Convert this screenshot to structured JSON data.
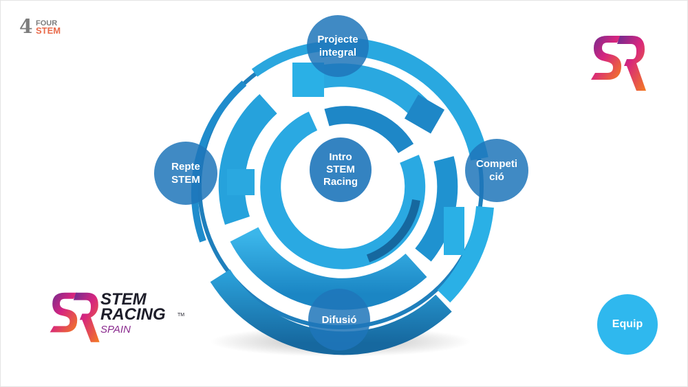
{
  "logos": {
    "four_stem": {
      "digit": "4",
      "top": "FOUR",
      "bottom": "STEM"
    },
    "brand": {
      "line1": "STEM",
      "line2": "RACING",
      "line3": "SPAIN",
      "tm": "TM"
    }
  },
  "diagram": {
    "center": {
      "lines": [
        "Intro",
        "STEM",
        "Racing"
      ]
    },
    "nodes": {
      "projecte": {
        "lines": [
          "Projecte",
          "integral"
        ]
      },
      "repte": {
        "lines": [
          "Repte",
          "STEM"
        ]
      },
      "competicio": {
        "lines": [
          "Competi",
          "ció"
        ]
      },
      "difusio": {
        "lines": [
          "Difusió"
        ]
      }
    }
  },
  "equip_button": {
    "label": "Equip"
  },
  "colors": {
    "ring_light": "#29a8e0",
    "ring_mid": "#1e8fcf",
    "ring_dark": "#1a6fab",
    "node_fill": "#1e76ba",
    "equip_fill": "#2fb8ee",
    "logo_pink": "#d6257f",
    "logo_orange": "#f47c20",
    "logo_purple": "#6b2c91"
  }
}
